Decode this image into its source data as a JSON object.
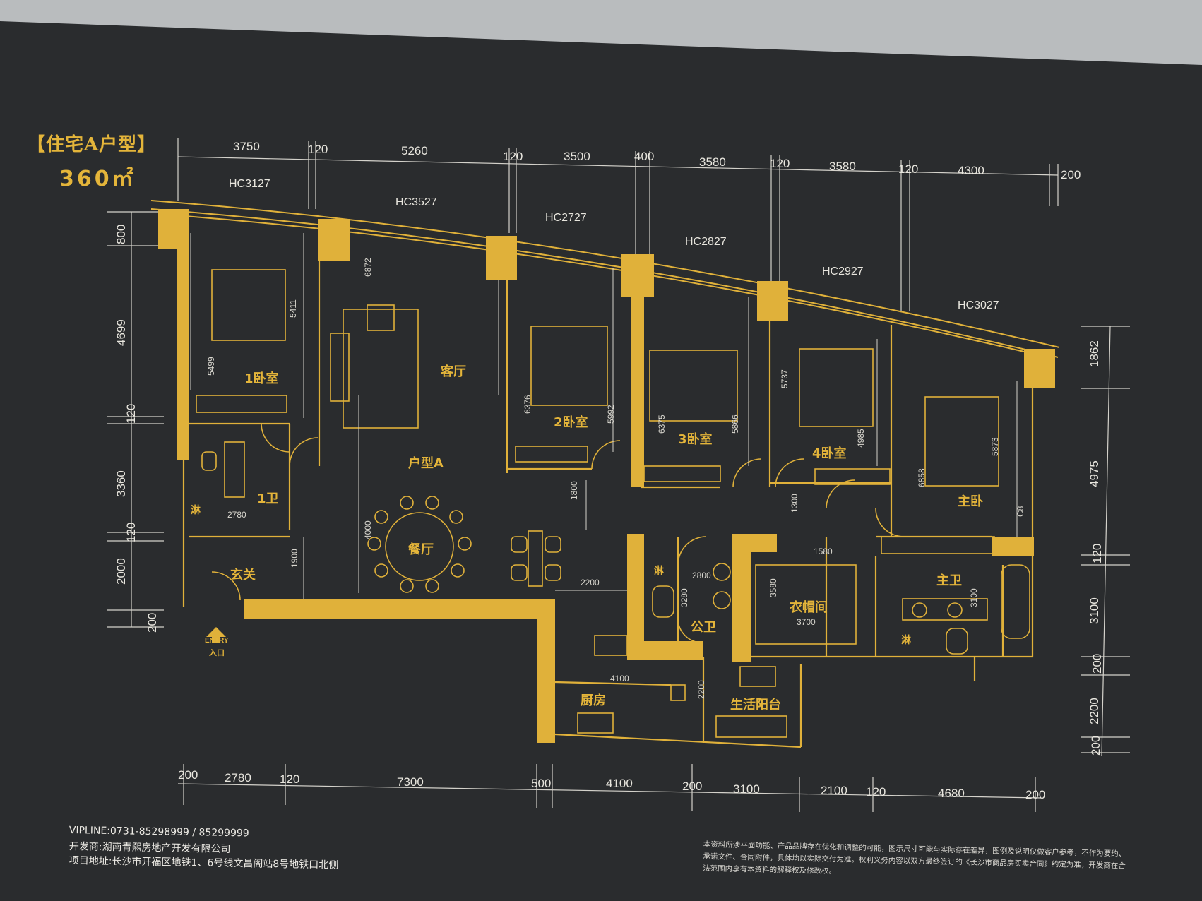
{
  "header": {
    "title": "【住宅A户型】",
    "area": "360㎡"
  },
  "top_dimensions": [
    "3750",
    "120",
    "5260",
    "120",
    "3500",
    "400",
    "3580",
    "120",
    "3580",
    "120",
    "4300",
    "200"
  ],
  "window_codes": [
    "HC3127",
    "HC3527",
    "HC2727",
    "HC2827",
    "HC2927",
    "HC3027"
  ],
  "bottom_dimensions": [
    "200",
    "2780",
    "120",
    "7300",
    "500",
    "4100",
    "200",
    "3100",
    "2100",
    "120",
    "4680",
    "200"
  ],
  "left_dimensions": [
    "800",
    "4699",
    "120",
    "3360",
    "120",
    "2000",
    "200"
  ],
  "right_dimensions": [
    "1862",
    "4975",
    "120",
    "3100",
    "200",
    "2200",
    "200"
  ],
  "rooms": {
    "bedroom1": "1卧室",
    "living": "客厅",
    "bedroom2": "2卧室",
    "bedroom3": "3卧室",
    "bedroom4": "4卧室",
    "master": "主卧",
    "unit": "户型A",
    "bath1": "1卫",
    "dining": "餐厅",
    "foyer": "玄关",
    "public_bath": "公卫",
    "closet": "衣帽间",
    "master_bath": "主卫",
    "kitchen": "厨房",
    "balcony": "生活阳台",
    "shower": "淋"
  },
  "interior_dimensions": {
    "d6872": "6872",
    "d5411": "5411",
    "d5499": "5499",
    "d6376": "6376",
    "d5992": "5992",
    "d6375": "6375",
    "d5866": "5866",
    "d5737": "5737",
    "d4985": "4985",
    "d6858": "6858",
    "d5873": "5873",
    "d2780": "2780",
    "d1800": "1800",
    "d1300": "1300",
    "d1900": "1900",
    "d1580": "1580",
    "d2800": "2800",
    "d3280": "3280",
    "d2200a": "2200",
    "d2200b": "2200",
    "d3580": "3580",
    "d3700": "3700",
    "d4100": "4100",
    "d4000": "4000",
    "d3100": "3100",
    "d_c8": "C8"
  },
  "entry": {
    "en": "ENTRY",
    "cn": "入口"
  },
  "footer": {
    "vipline": "VIPLINE:0731-85298999 / 85299999",
    "developer": "开发商:湖南青熙房地产开发有限公司",
    "address": "项目地址:长沙市开福区地铁1、6号线文昌阁站8号地铁口北侧"
  },
  "disclaimer": "本资料所涉平面功能、产品品牌存在优化和调整的可能，图示尺寸可能与实际存在差异，图例及说明仅做客户参考，不作为要约、承诺文件、合同附件，具体均以实际交付为准。权利义务内容以双方最终签订的《长沙市商品房买卖合同》约定为准，开发商在合法范围内享有本资料的解释权及修改权。",
  "colors": {
    "board": "#2a2c2e",
    "gold": "#dcae3c",
    "line": "#d9d7cf",
    "wall": "#e0b13a"
  }
}
